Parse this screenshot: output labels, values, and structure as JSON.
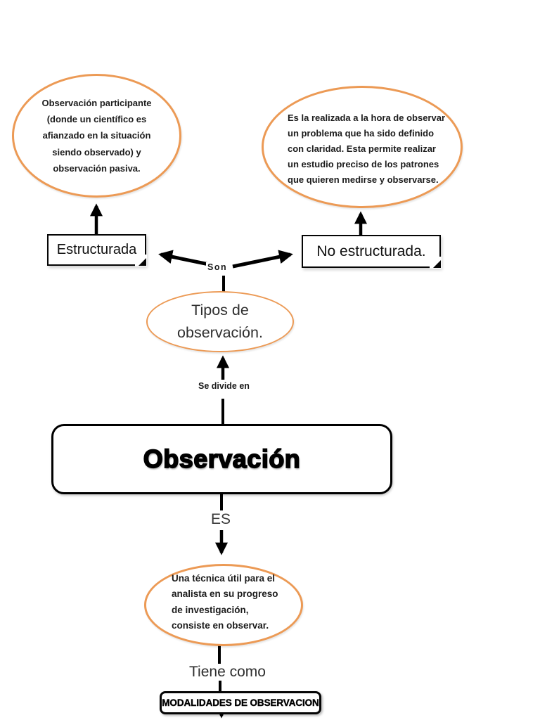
{
  "page": {
    "background": "#ffffff",
    "accent_orange": "#EC9A55",
    "line_color": "#000000"
  },
  "nodes": {
    "participante": {
      "text": "Observación participante (donde un científico es afianzado en la situación siendo observado) y observación pasiva."
    },
    "no_estructurada_desc": {
      "text": "Es la realizada a la hora de observar un problema que ha sido definido con claridad. Esta permite realizar un estudio preciso de los patrones que quieren medirse y observarse."
    },
    "estructurada_box": {
      "label": "Estructurada"
    },
    "no_estructurada_box": {
      "label": "No estructurada."
    },
    "tipos": {
      "text": "Tipos de observación."
    },
    "observacion": {
      "label": "Observación"
    },
    "tecnica": {
      "text": "Una  técnica útil para el analista en su progreso de investigación, consiste en observar."
    },
    "modalidades": {
      "label": "MODALIDADES DE OBSERVACION"
    }
  },
  "labels": {
    "son": "Son",
    "se_divide_en": "Se divide en",
    "es": "ES",
    "tiene_como": "Tiene como"
  }
}
